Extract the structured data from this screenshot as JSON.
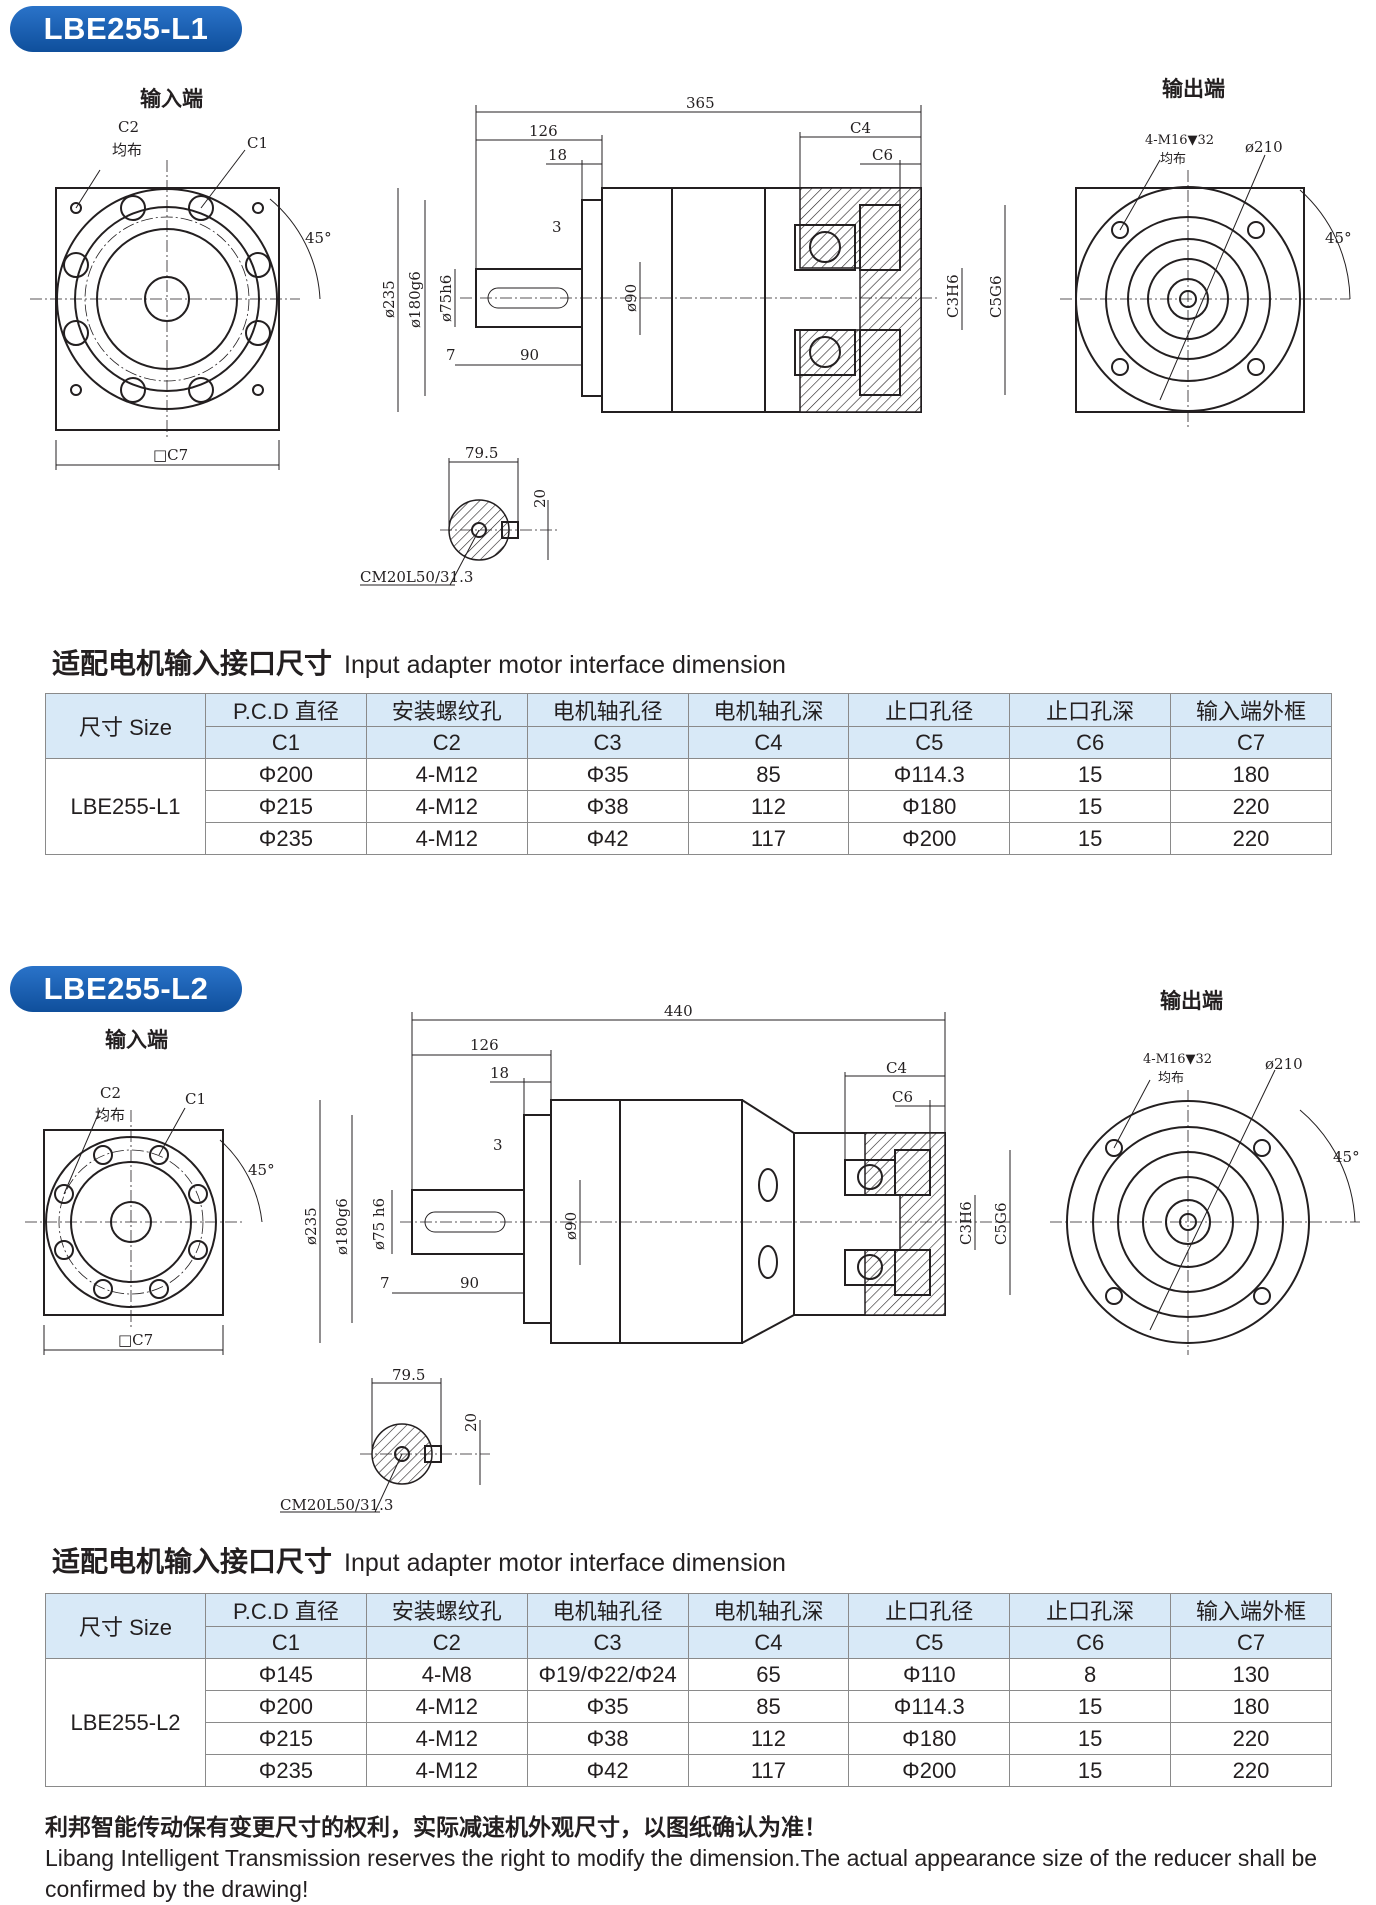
{
  "sections": [
    {
      "badge": "LBE255-L1",
      "drawing": {
        "input_label": "输入端",
        "output_label": "输出端",
        "c2": "C2",
        "c2_sub": "均布",
        "c1": "C1",
        "angle_in": "45°",
        "c7": "□C7",
        "len_total": "365",
        "len_126": "126",
        "len_18": "18",
        "c4": "C4",
        "c6": "C6",
        "dim_3": "3",
        "d235": "ø235",
        "d180": "ø180g6",
        "d75": "ø75h6",
        "d90": "ø90",
        "c3": "C3H6",
        "c5": "C5G6",
        "dim_7": "7",
        "dim_90": "90",
        "bolt": "4-M16▼32",
        "bolt_sub": "均布",
        "d210": "ø210",
        "angle_out": "45°",
        "key_795": "79.5",
        "key_20": "20",
        "key_cm": "CM20L50/31.3"
      },
      "heading_cn": "适配电机输入接口尺寸",
      "heading_en": "Input adapter motor interface dimension",
      "table": {
        "size_header": "尺寸 Size",
        "headers_cn": [
          "P.C.D 直径",
          "安装螺纹孔",
          "电机轴孔径",
          "电机轴孔深",
          "止口孔径",
          "止口孔深",
          "输入端外框"
        ],
        "headers_code": [
          "C1",
          "C2",
          "C3",
          "C4",
          "C5",
          "C6",
          "C7"
        ],
        "model": "LBE255-L1",
        "rows": [
          [
            "Φ200",
            "4-M12",
            "Φ35",
            "85",
            "Φ114.3",
            "15",
            "180"
          ],
          [
            "Φ215",
            "4-M12",
            "Φ38",
            "112",
            "Φ180",
            "15",
            "220"
          ],
          [
            "Φ235",
            "4-M12",
            "Φ42",
            "117",
            "Φ200",
            "15",
            "220"
          ]
        ]
      }
    },
    {
      "badge": "LBE255-L2",
      "drawing": {
        "input_label": "输入端",
        "output_label": "输出端",
        "c2": "C2",
        "c2_sub": "均布",
        "c1": "C1",
        "angle_in": "45°",
        "c7": "□C7",
        "len_total": "440",
        "len_126": "126",
        "len_18": "18",
        "c4": "C4",
        "c6": "C6",
        "dim_3": "3",
        "d235": "ø235",
        "d180": "ø180g6",
        "d75": "ø75 h6",
        "d90": "ø90",
        "c3": "C3H6",
        "c5": "C5G6",
        "dim_7": "7",
        "dim_90": "90",
        "bolt": "4-M16▼32",
        "bolt_sub": "均布",
        "d210": "ø210",
        "angle_out": "45°",
        "key_795": "79.5",
        "key_20": "20",
        "key_cm": "CM20L50/31.3"
      },
      "heading_cn": "适配电机输入接口尺寸",
      "heading_en": "Input adapter motor interface dimension",
      "table": {
        "size_header": "尺寸 Size",
        "headers_cn": [
          "P.C.D 直径",
          "安装螺纹孔",
          "电机轴孔径",
          "电机轴孔深",
          "止口孔径",
          "止口孔深",
          "输入端外框"
        ],
        "headers_code": [
          "C1",
          "C2",
          "C3",
          "C4",
          "C5",
          "C6",
          "C7"
        ],
        "model": "LBE255-L2",
        "rows": [
          [
            "Φ145",
            "4-M8",
            "Φ19/Φ22/Φ24",
            "65",
            "Φ110",
            "8",
            "130"
          ],
          [
            "Φ200",
            "4-M12",
            "Φ35",
            "85",
            "Φ114.3",
            "15",
            "180"
          ],
          [
            "Φ215",
            "4-M12",
            "Φ38",
            "112",
            "Φ180",
            "15",
            "220"
          ],
          [
            "Φ235",
            "4-M12",
            "Φ42",
            "117",
            "Φ200",
            "15",
            "220"
          ]
        ]
      }
    }
  ],
  "footer": {
    "cn": "利邦智能传动保有变更尺寸的权利，实际减速机外观尺寸，以图纸确认为准！",
    "en": "Libang Intelligent Transmission reserves the right to modify the dimension.The actual appearance size of the reducer shall be confirmed by the drawing!"
  }
}
